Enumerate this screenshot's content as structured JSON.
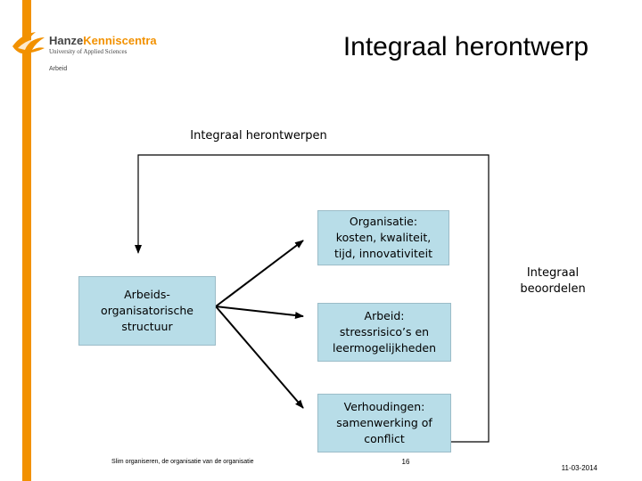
{
  "brand": {
    "name_part1": "Hanze",
    "name_part2": "Kenniscentra",
    "tagline": "University of Applied Sciences",
    "unit": "Arbeid",
    "accent_color": "#f29100"
  },
  "title": "Integraal herontwerp",
  "diagram": {
    "top_label": "Integraal herontwerpen",
    "source_box": {
      "lines": [
        "Arbeids-",
        "organisatorische",
        "structuur"
      ]
    },
    "outcomes": [
      {
        "head": "Organisatie:",
        "lines": [
          "kosten, kwaliteit,",
          "tijd, innovativiteit"
        ]
      },
      {
        "head": "Arbeid:",
        "lines": [
          "stressrisico’s en",
          "leermogelijkheden"
        ]
      },
      {
        "head": "Verhoudingen:",
        "lines": [
          "samenwerking of",
          "conflict"
        ]
      }
    ],
    "evaluation_label": [
      "Integraal",
      "beoordelen"
    ],
    "box_color": "#b8dde8"
  },
  "footer": {
    "left": "Slim organiseren, de organisatie van de organisatie",
    "page_number": "16",
    "date": "11-03-2014"
  }
}
